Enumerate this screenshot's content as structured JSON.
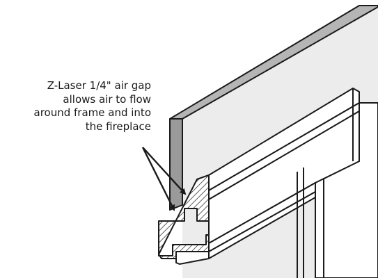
{
  "callout": {
    "lines": [
      "Z-Laser 1/4\" air gap",
      "allows air to flow",
      "around frame and into",
      "the fireplace"
    ]
  },
  "colors": {
    "stroke": "#1a1a1a",
    "wall_face": "#ececec",
    "wall_edge": "#9a9a9a",
    "background": "#ffffff"
  }
}
